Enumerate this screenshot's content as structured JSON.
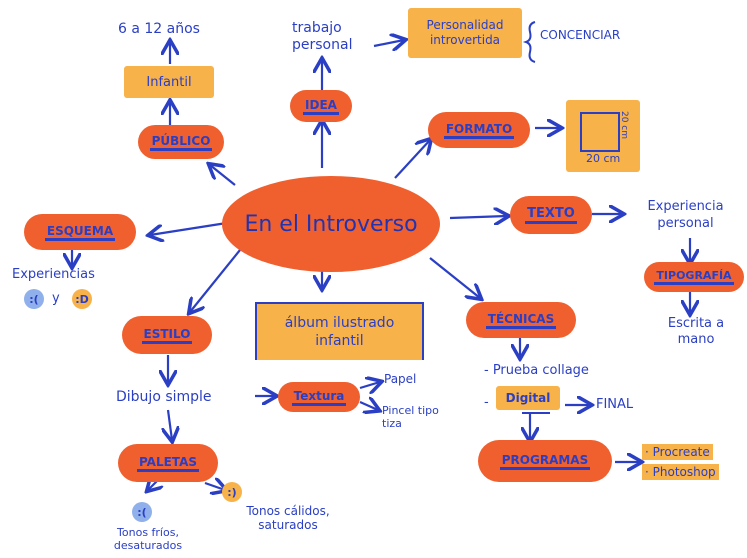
{
  "center": "En el Introverso",
  "nodes": {
    "idea": "IDEA",
    "trabajo_personal": "trabajo personal",
    "personalidad": "Personalidad introvertida",
    "concienciar": "CONCENCIAR",
    "publico": "PÚBLICO",
    "infantil": "Infantil",
    "edad": "6 a 12 años",
    "formato": "FORMATO",
    "formato_size_w": "20 cm",
    "formato_size_h": "20 cm",
    "texto": "TEXTO",
    "experiencia_personal": "Experiencia personal",
    "tipografia": "TIPOGRAFÍA",
    "escrita_a_mano": "Escrita a mano",
    "esquema": "ESQUEMA",
    "experiencias": "Experiencias",
    "face_sad": ":(",
    "y": "y",
    "face_happy": ":D",
    "estilo": "ESTILO",
    "album_line1": "álbum ilustrado",
    "album_line2": "infantil",
    "dibujo_simple": "Dibujo simple",
    "textura": "Textura",
    "papel": "Papel",
    "pincel": "Pincel tipo tiza",
    "paletas": "PALETAS",
    "face_cold": ":(",
    "tonos_frios": "Tonos fríos, desaturados",
    "face_warm": ":)",
    "tonos_calidos": "Tonos cálidos, saturados",
    "tecnicas": "TÉCNICAS",
    "prueba_collage": "- Prueba collage",
    "dash": "-",
    "digital": "Digital",
    "final": "FINAL",
    "programas": "PROGRAMAS",
    "procreate": "· Procreate",
    "photoshop": "· Photoshop"
  },
  "colors": {
    "ink": "#2a3fc4",
    "orange_red": "#f0602f",
    "light_orange": "#f8b24a",
    "face_blue": "#8fb0ea"
  }
}
